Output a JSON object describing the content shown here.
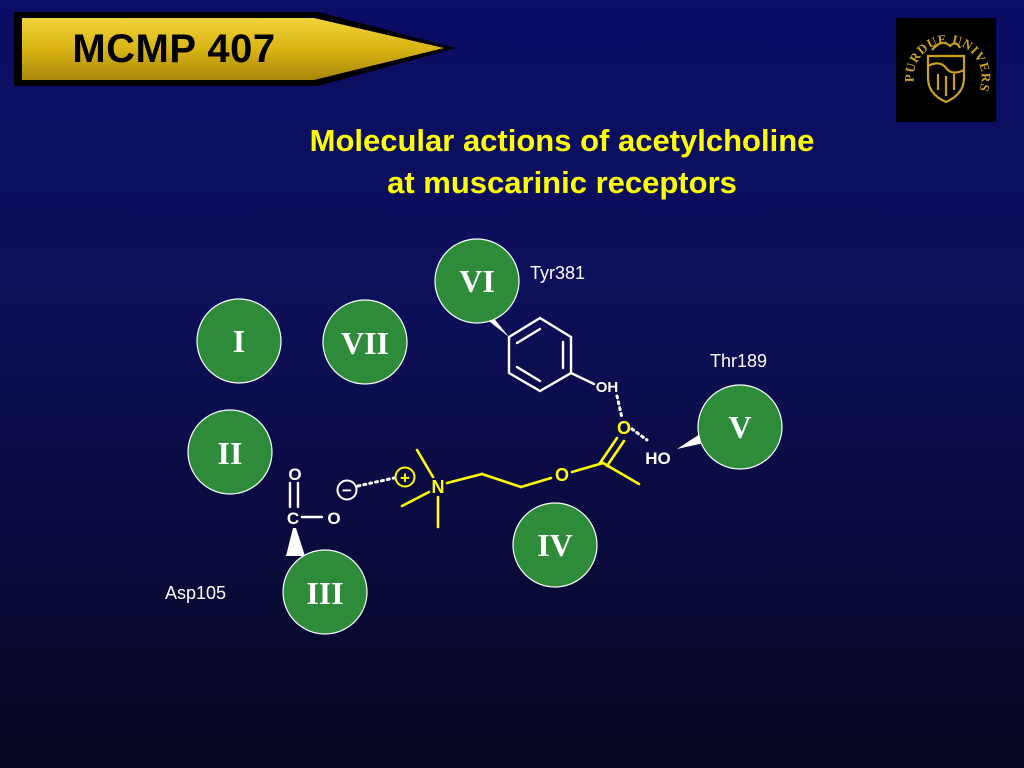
{
  "header": {
    "course_code": "MCMP 407"
  },
  "logo": {
    "lettering": "PURDUE UNIVERSITY",
    "icon": "purdue-university-seal"
  },
  "slide": {
    "title_line1": "Molecular actions of acetylcholine",
    "title_line2": "at muscarinic receptors"
  },
  "helices": [
    "I",
    "II",
    "III",
    "IV",
    "V",
    "VI",
    "VII"
  ],
  "residues": {
    "tyr": "Tyr381",
    "thr": "Thr189",
    "asp": "Asp105"
  },
  "atoms": {
    "tyr_hydroxyl": "OH",
    "thr_hydroxyl": "HO",
    "asp_carbon": "C",
    "asp_oxygen_top": "O",
    "asp_oxygen_right": "O",
    "ach_nitrogen": "N",
    "ach_ester_oxygen": "O",
    "ach_carbonyl_oxygen": "O",
    "positive_charge": "+",
    "negative_charge": "−"
  },
  "colors": {
    "background": "#0b0d66",
    "banner": "#d4b413",
    "title": "#ffff00",
    "helix": "#2e8b3a",
    "ligand": "#ffff00",
    "protein_atoms": "#ffffff"
  }
}
